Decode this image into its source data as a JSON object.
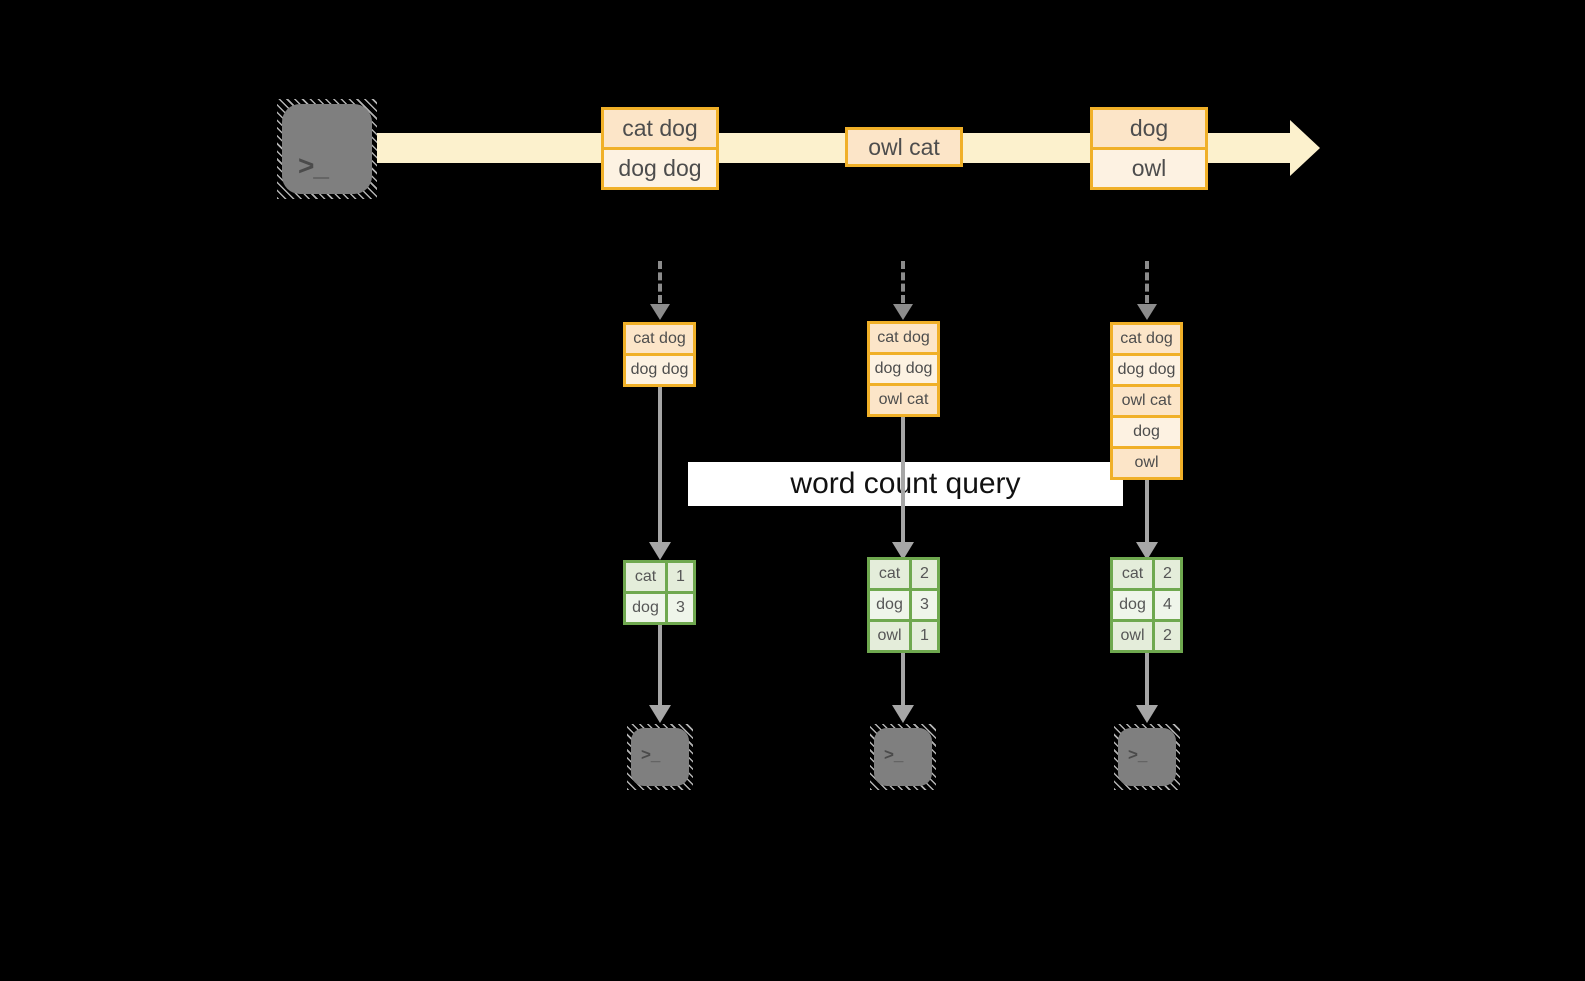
{
  "colors": {
    "background": "#000000",
    "orange": "#F0B028",
    "peach-dark": "#FCE5C8",
    "peach-light": "#FDF2E2",
    "stream-band": "#FCF1CD",
    "green-border": "#6FA84F",
    "green-dark": "#E4EDDA",
    "green-light": "#EFF5EA",
    "terminal-gray": "#7F7F7F",
    "glyph-gray": "#4B4B4B",
    "arrow-gray": "#A6A6A6",
    "dash-gray": "#8C8C8C",
    "text-dark": "#4D4D4D",
    "query-bg": "#FFFFFF",
    "query-text": "#111111"
  },
  "terminal_glyph": ">_",
  "stream": {
    "batches": [
      [
        "cat dog",
        "dog dog"
      ],
      [
        "owl cat"
      ],
      [
        "dog",
        "owl"
      ]
    ]
  },
  "query": {
    "label": "word count query"
  },
  "columns": [
    {
      "input_rows": [
        "cat dog",
        "dog dog"
      ],
      "result_rows": [
        {
          "word": "cat",
          "count": "1"
        },
        {
          "word": "dog",
          "count": "3"
        }
      ]
    },
    {
      "input_rows": [
        "cat dog",
        "dog dog",
        "owl cat"
      ],
      "result_rows": [
        {
          "word": "cat",
          "count": "2"
        },
        {
          "word": "dog",
          "count": "3"
        },
        {
          "word": "owl",
          "count": "1"
        }
      ]
    },
    {
      "input_rows": [
        "cat dog",
        "dog dog",
        "owl cat",
        "dog",
        "owl"
      ],
      "result_rows": [
        {
          "word": "cat",
          "count": "2"
        },
        {
          "word": "dog",
          "count": "4"
        },
        {
          "word": "owl",
          "count": "2"
        }
      ]
    }
  ]
}
